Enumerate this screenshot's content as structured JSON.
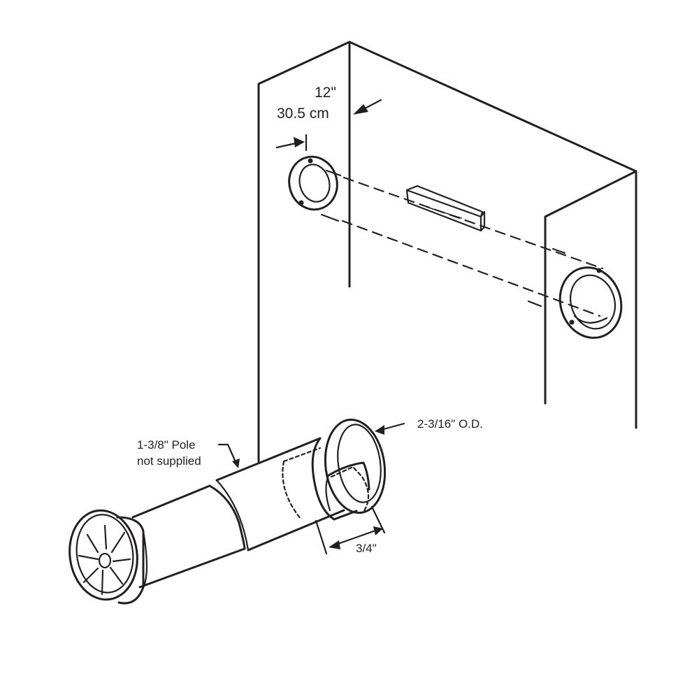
{
  "diagram": {
    "dimensions": {
      "offset_in": "12\"",
      "offset_cm": "30.5 cm",
      "outer_diameter": "2-3/16\" O.D.",
      "pole_line1": "1-3/8\" Pole",
      "pole_line2": "not supplied",
      "depth": "3/4\""
    }
  }
}
